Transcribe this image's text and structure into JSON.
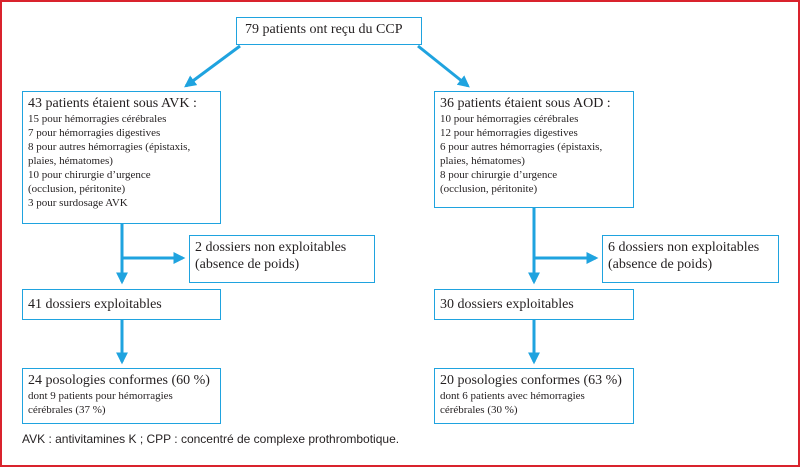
{
  "root": {
    "label": "79 patients ont reçu du CCP"
  },
  "left": {
    "group": {
      "title": "43 patients étaient sous AVK :",
      "lines": [
        "15 pour hémorragies cérébrales",
        "7 pour hémorragies digestives",
        "8 pour autres hémorragies (épistaxis,",
        "plaies, hématomes)",
        "10 pour chirurgie d’urgence",
        "(occlusion, péritonite)",
        "3 pour surdosage AVK"
      ]
    },
    "excluded": {
      "line1": "2 dossiers non exploitables",
      "line2": "(absence de poids)"
    },
    "exploitable": {
      "label": "41 dossiers exploitables"
    },
    "result": {
      "title": "24 posologies conformes (60 %)",
      "lines": [
        "dont 9 patients pour hémorragies",
        "cérébrales (37 %)"
      ]
    }
  },
  "right": {
    "group": {
      "title": "36 patients étaient sous AOD :",
      "lines": [
        "10 pour hémorragies cérébrales",
        "12 pour hémorragies digestives",
        "6 pour autres hémorragies (épistaxis,",
        "plaies, hématomes)",
        "8 pour chirurgie d’urgence",
        "(occlusion, péritonite)"
      ]
    },
    "excluded": {
      "line1": "6 dossiers non exploitables",
      "line2": "(absence de poids)"
    },
    "exploitable": {
      "label": "30 dossiers exploitables"
    },
    "result": {
      "title": "20 posologies conformes (63 %)",
      "lines": [
        "dont 6 patients avec hémorragies",
        "cérébrales (30 %)"
      ]
    }
  },
  "footnote": "AVK : antivitamines K ; CPP : concentré de complexe prothrombotique.",
  "colors": {
    "frame": "#d9232d",
    "accent": "#1fa3df",
    "text": "#231f20"
  }
}
